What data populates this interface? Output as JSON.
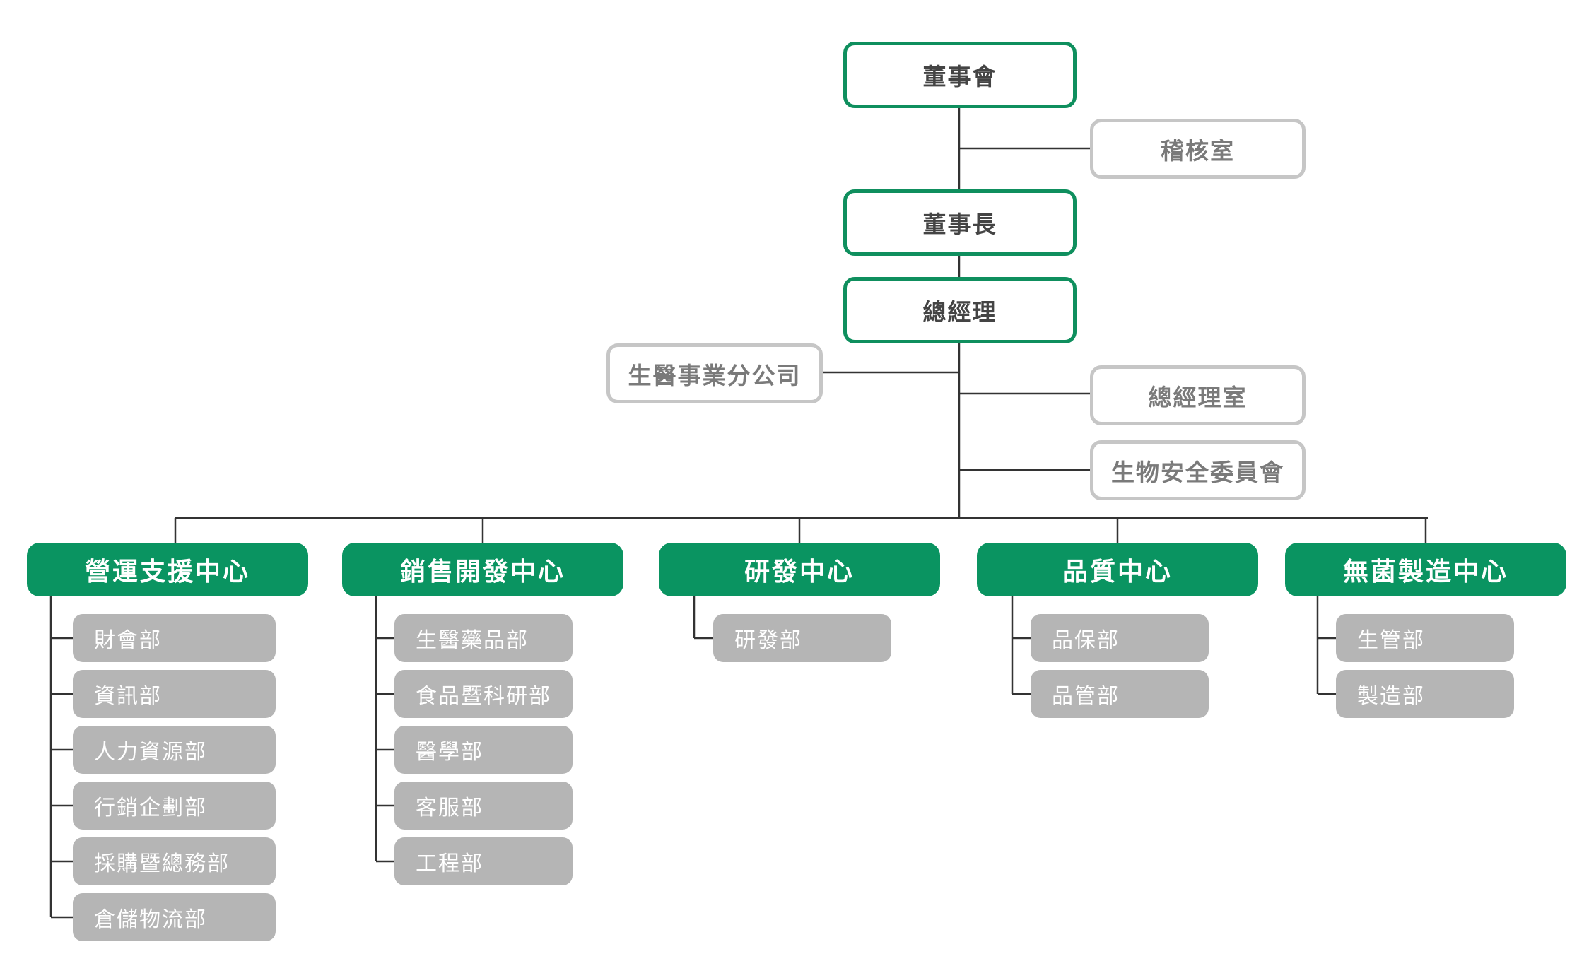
{
  "top_nodes": {
    "board": "董事會",
    "chairman": "董事長",
    "gm": "總經理"
  },
  "side_nodes": {
    "audit": "稽核室",
    "biomedical_branch": "生醫事業分公司",
    "gm_office": "總經理室",
    "biosafety_committee": "生物安全委員會"
  },
  "centers": [
    {
      "name": "營運支援中心",
      "departments": [
        "財會部",
        "資訊部",
        "人力資源部",
        "行銷企劃部",
        "採購暨總務部",
        "倉儲物流部"
      ]
    },
    {
      "name": "銷售開發中心",
      "departments": [
        "生醫藥品部",
        "食品暨科研部",
        "醫學部",
        "客服部",
        "工程部"
      ]
    },
    {
      "name": "研發中心",
      "departments": [
        "研發部"
      ]
    },
    {
      "name": "品質中心",
      "departments": [
        "品保部",
        "品管部"
      ]
    },
    {
      "name": "無菌製造中心",
      "departments": [
        "生管部",
        "製造部"
      ]
    }
  ],
  "colors": {
    "green": "#0a9461",
    "green_border": "#0f8f5e",
    "grey_border": "#c6c6c6",
    "dept_fill": "#b5b5b5",
    "line": "#333333"
  }
}
